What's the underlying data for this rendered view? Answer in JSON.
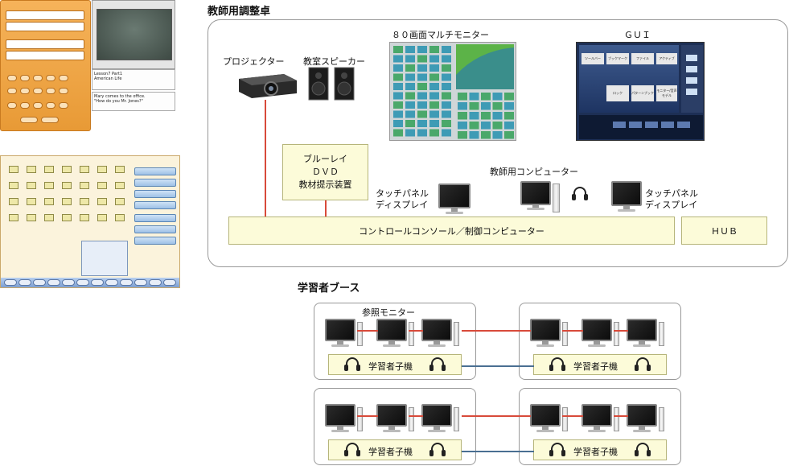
{
  "title": "教師用調整卓",
  "learner_title": "学習者ブース",
  "labels": {
    "projector": "プロジェクター",
    "speaker": "教室スピーカー",
    "multi_monitor": "８０画面マルチモニター",
    "gui": "ＧＵＩ",
    "bluray_line1": "ブルーレイ",
    "bluray_line2": "ＤＶＤ",
    "bluray_line3": "教材提示装置",
    "touch_panel_left_1": "タッチパネル",
    "touch_panel_left_2": "ディスプレイ",
    "teacher_pc": "教師用コンピューター",
    "touch_panel_right_1": "タッチパネル",
    "touch_panel_right_2": "ディスプレイ",
    "control_console": "コントロールコンソール／制御コンピューター",
    "hub": "ＨＵＢ",
    "reference_monitor": "参照モニター",
    "learner_unit": "学習者子機"
  },
  "gui_buttons": [
    "ツールバー",
    "ブックマーク",
    "ファイル",
    "アクティブ",
    "ロック",
    "パターンブック",
    "モニター/音声モデル"
  ],
  "shot1": {
    "msg1": "Lesson7 Part1\nAmerican Life",
    "msg2": "Mary comes to the office.\n\"How do you Mr. Jones?\""
  },
  "colors": {
    "link_red": "#d84a3a",
    "link_blue": "#4a6f92",
    "box_fill": "#fcfbd9"
  }
}
